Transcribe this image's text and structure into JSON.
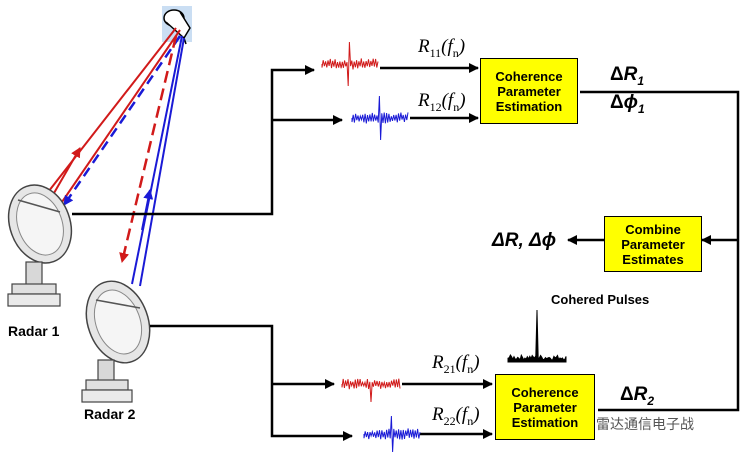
{
  "radars": {
    "radar1_label": "Radar 1",
    "radar2_label": "Radar 2"
  },
  "boxes": {
    "top_estimation": "Coherence Parameter Estimation",
    "bottom_estimation": "Coherence Parameter Estimation",
    "combine": "Combine Parameter Estimates"
  },
  "signals": {
    "r11": {
      "sym": "R",
      "sub": "11",
      "arg": "(f",
      "argsub": "n",
      "close": ")"
    },
    "r12": {
      "sym": "R",
      "sub": "12",
      "arg": "(f",
      "argsub": "n",
      "close": ")"
    },
    "r21": {
      "sym": "R",
      "sub": "21",
      "arg": "(f",
      "argsub": "n",
      "close": ")"
    },
    "r22": {
      "sym": "R",
      "sub": "22",
      "arg": "(f",
      "argsub": "n",
      "close": ")"
    }
  },
  "outputs": {
    "delta_r1": {
      "delta": "Δ",
      "sym": "R",
      "sub": "1"
    },
    "delta_phi1": {
      "delta": "Δ",
      "sym": "ϕ",
      "sub": "1"
    },
    "delta_r2": {
      "delta": "Δ",
      "sym": "R",
      "sub": "2"
    },
    "combined": "ΔR, Δϕ"
  },
  "cohered_pulses_label": "Cohered Pulses",
  "watermark": "雷达通信电子战",
  "colors": {
    "red": "#d11a1a",
    "blue": "#1a1ad6",
    "box_fill": "#ffff00",
    "line": "#000000"
  }
}
